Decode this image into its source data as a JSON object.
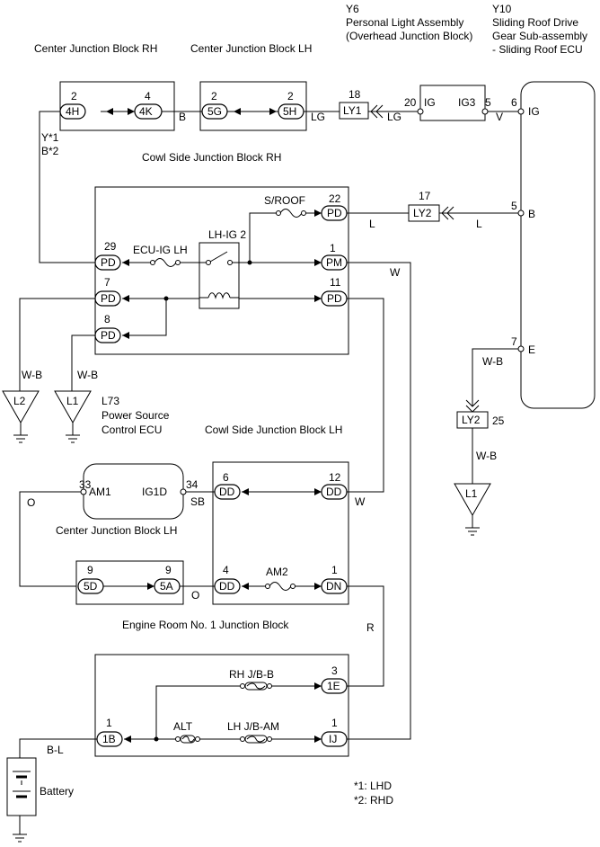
{
  "blocks": {
    "cjb_rh": "Center Junction Block RH",
    "cjb_lh_top": "Center Junction Block LH",
    "personal_light_code": "Y6",
    "personal_light_1": "Personal Light Assembly",
    "personal_light_2": "(Overhead Junction Block)",
    "sliding_roof_code": "Y10",
    "sliding_roof_1": "Sliding Roof Drive",
    "sliding_roof_2": "Gear Sub-assembly",
    "sliding_roof_3": "- Sliding Roof ECU",
    "cowl_rh": "Cowl Side Junction Block RH",
    "cowl_lh": "Cowl Side Junction Block LH",
    "l73_code": "L73",
    "l73_1": "Power Source",
    "l73_2": "Control ECU",
    "cjb_lh_mid": "Center Junction Block LH",
    "engine_room": "Engine Room No. 1 Junction Block",
    "battery": "Battery"
  },
  "pins": {
    "p2_4h": "2",
    "c_4h": "4H",
    "p4_4k": "4",
    "c_4k": "4K",
    "p2_5g": "2",
    "c_5g": "5G",
    "p2_5h": "2",
    "c_5h": "5H",
    "p18": "18",
    "c_ly1": "LY1",
    "p20": "20",
    "t_ig": "IG",
    "t_ig3": "IG3",
    "p5_top": "5",
    "p6": "6",
    "t_ig_ecu": "IG",
    "p22": "22",
    "c_pd_sroof": "PD",
    "p17": "17",
    "c_ly2_top": "LY2",
    "p5_b": "5",
    "t_b": "B",
    "p29": "29",
    "c_pd29": "PD",
    "p1_pm": "1",
    "c_pm": "PM",
    "p7": "7",
    "c_pd7": "PD",
    "p11": "11",
    "c_pd11": "PD",
    "p8": "8",
    "c_pd8": "PD",
    "p7_e": "7",
    "t_e": "E",
    "c_ly2_bot": "LY2",
    "p25": "25",
    "g_l2": "L2",
    "g_l1_left": "L1",
    "g_l1_right": "L1",
    "p33": "33",
    "t_am1": "AM1",
    "t_ig1d": "IG1D",
    "p34": "34",
    "p6_dd": "6",
    "c_dd6": "DD",
    "p12_dd": "12",
    "c_dd12": "DD",
    "p9_5d": "9",
    "c_5d": "5D",
    "p9_5a": "9",
    "c_5a": "5A",
    "p4_dd": "4",
    "c_dd4": "DD",
    "p1_dn": "1",
    "c_dn": "DN",
    "p3_1e": "3",
    "c_1e": "1E",
    "p1_1b": "1",
    "c_1b": "1B",
    "p1_ij": "1",
    "c_ij": "IJ"
  },
  "fuses": {
    "ecu_ig_lh": "ECU-IG LH",
    "s_roof": "S/ROOF",
    "lh_ig2": "LH-IG 2",
    "am2": "AM2",
    "rh_jb_b": "RH J/B-B",
    "alt": "ALT",
    "lh_jb_am": "LH J/B-AM"
  },
  "wires": {
    "b": "B",
    "lg1": "LG",
    "lg2": "LG",
    "v": "V",
    "y1": "Y*1",
    "b2": "B*2",
    "l1": "L",
    "l2": "L",
    "w_pm": "W",
    "wb_l2": "W-B",
    "wb_l1": "W-B",
    "wb_e": "W-B",
    "wb_ly2": "W-B",
    "o1": "O",
    "sb": "SB",
    "w_dd": "W",
    "o2": "O",
    "r": "R",
    "bl": "B-L"
  },
  "notes": {
    "n1": "*1: LHD",
    "n2": "*2: RHD"
  }
}
